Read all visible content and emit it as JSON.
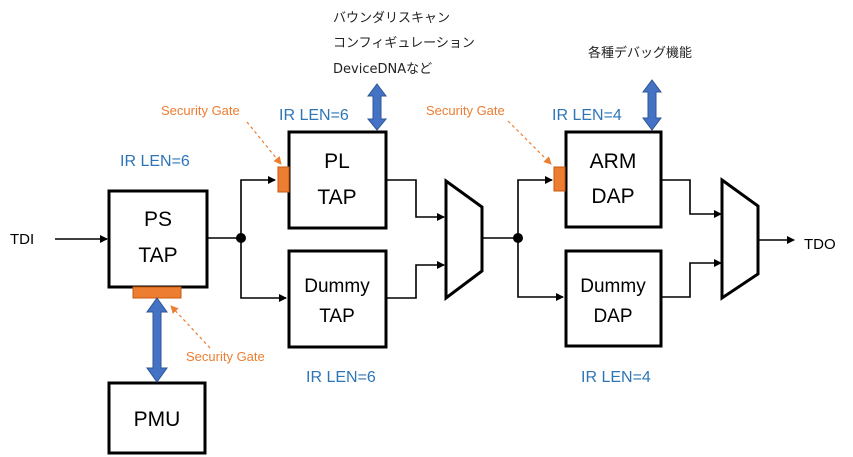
{
  "io": {
    "tdi": "TDI",
    "tdo": "TDO"
  },
  "ps_tap": {
    "line1": "PS",
    "line2": "TAP",
    "ir_len": "IR LEN=6"
  },
  "pl_tap": {
    "line1": "PL",
    "line2": "TAP",
    "ir_len": "IR LEN=6"
  },
  "dummy_tap": {
    "line1": "Dummy",
    "line2": "TAP",
    "ir_len": "IR LEN=6"
  },
  "arm_dap": {
    "line1": "ARM",
    "line2": "DAP",
    "ir_len": "IR LEN=4"
  },
  "dummy_dap": {
    "line1": "Dummy",
    "line2": "DAP",
    "ir_len": "IR LEN=4"
  },
  "pmu": {
    "label": "PMU"
  },
  "security_gates": {
    "pl": "Security Gate",
    "arm": "Security Gate",
    "ps": "Security Gate"
  },
  "pl_notes": [
    "バウンダリスキャン",
    "コンフィギュレーション",
    "DeviceDNAなど"
  ],
  "arm_note": "各種デバッグ機能",
  "colors": {
    "gate": "#ed7d31",
    "bus": "#4472c4",
    "ir_len_text": "#2e75b6"
  }
}
